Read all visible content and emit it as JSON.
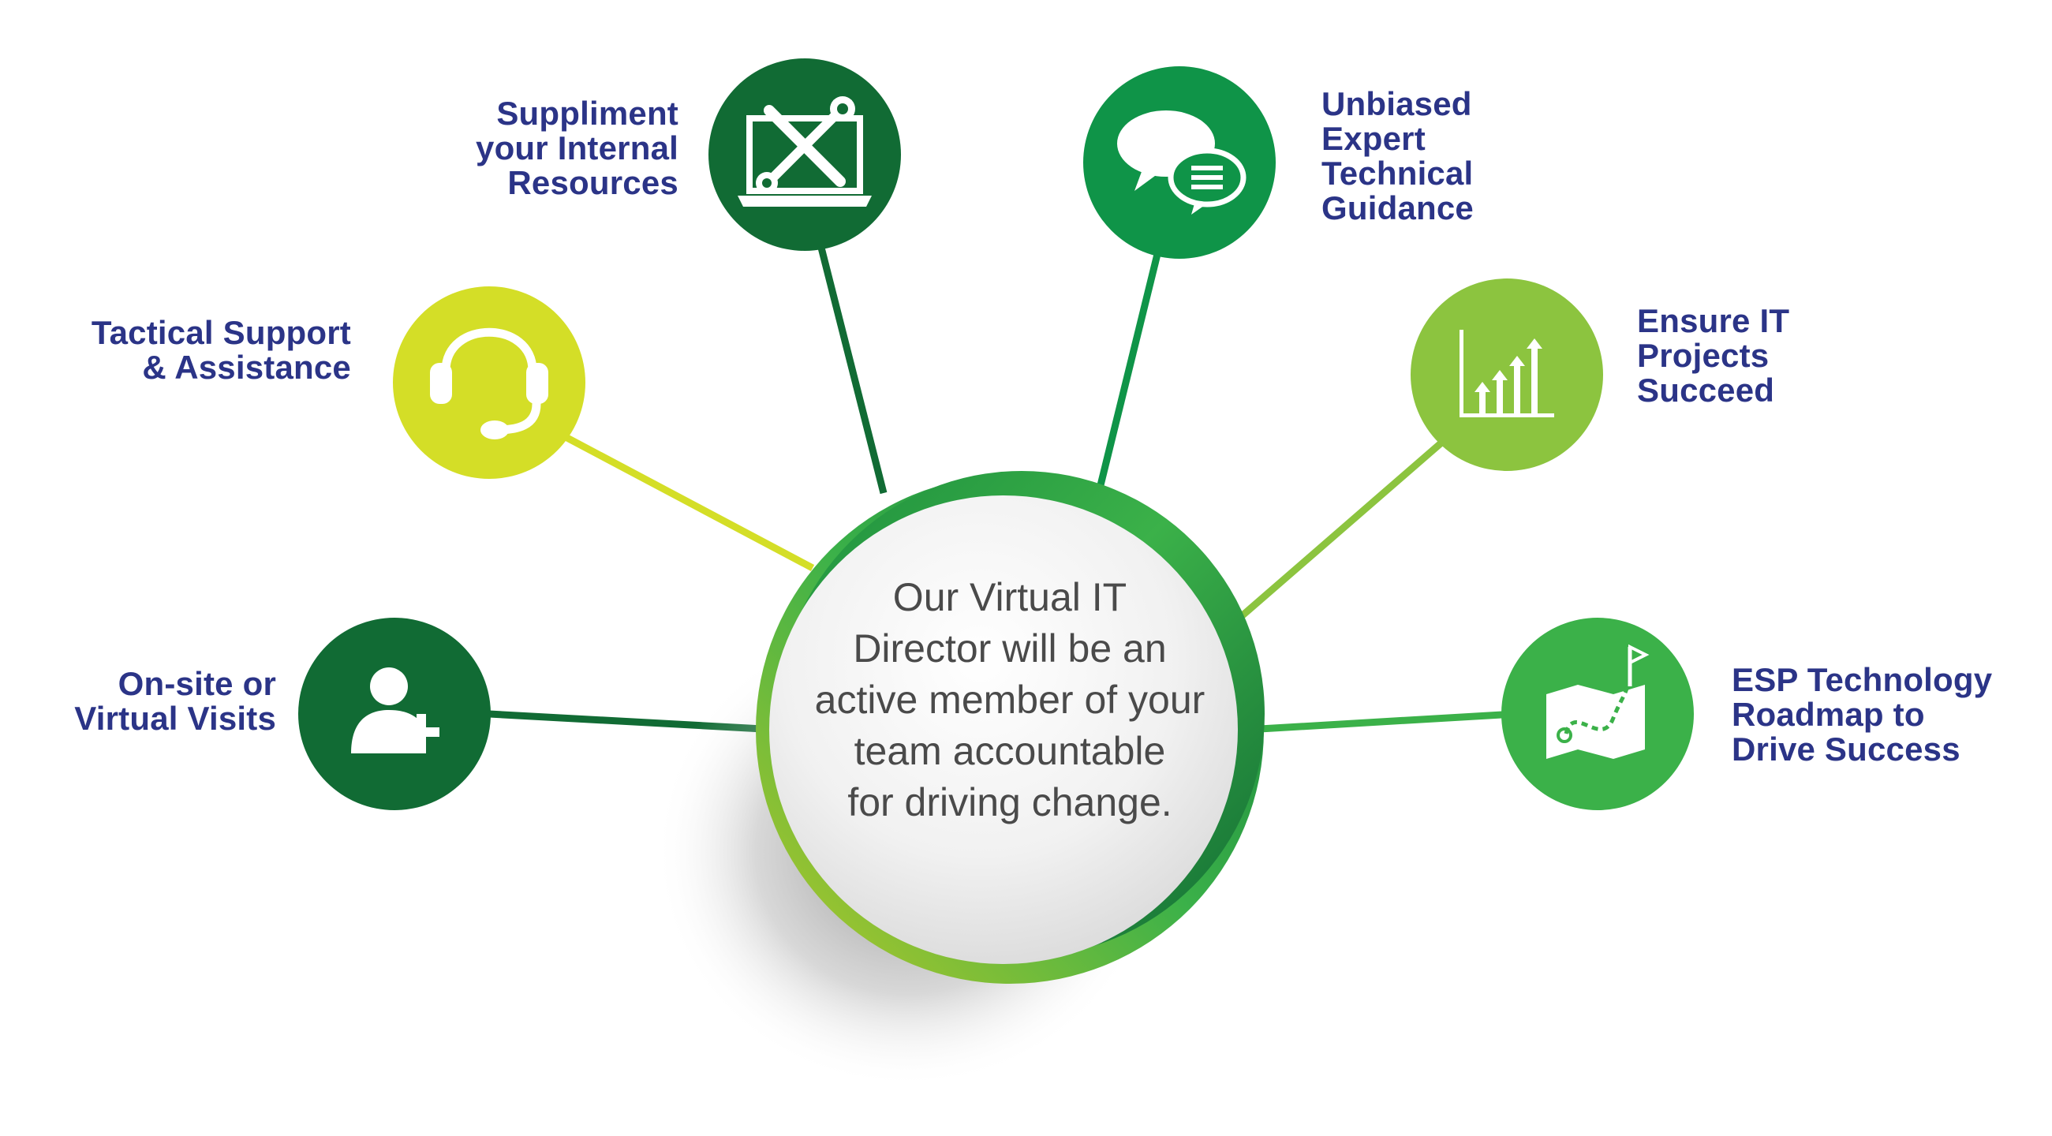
{
  "center": {
    "text": "Our Virtual IT\nDirector will be an\nactive member of your\nteam accountable\nfor driving change."
  },
  "nodes": [
    {
      "id": "onsite",
      "label": "On-site or\nVirtual Visits",
      "color": "#116b34",
      "icon": "user-plus-icon"
    },
    {
      "id": "tactical",
      "label": "Tactical Support\n& Assistance",
      "color": "#d4de27",
      "icon": "headset-icon"
    },
    {
      "id": "suppliment",
      "label": "Suppliment\nyour Internal\nResources",
      "color": "#116b34",
      "icon": "laptop-tools-icon"
    },
    {
      "id": "unbiased",
      "label": "Unbiased\nExpert\nTechnical\nGuidance",
      "color": "#0f9448",
      "icon": "chat-bubbles-icon"
    },
    {
      "id": "ensure",
      "label": "Ensure IT\nProjects\nSucceed",
      "color": "#8cc43f",
      "icon": "growth-chart-icon"
    },
    {
      "id": "roadmap",
      "label": "ESP Technology\nRoadmap to\nDrive Success",
      "color": "#3bb149",
      "icon": "roadmap-icon"
    }
  ]
}
